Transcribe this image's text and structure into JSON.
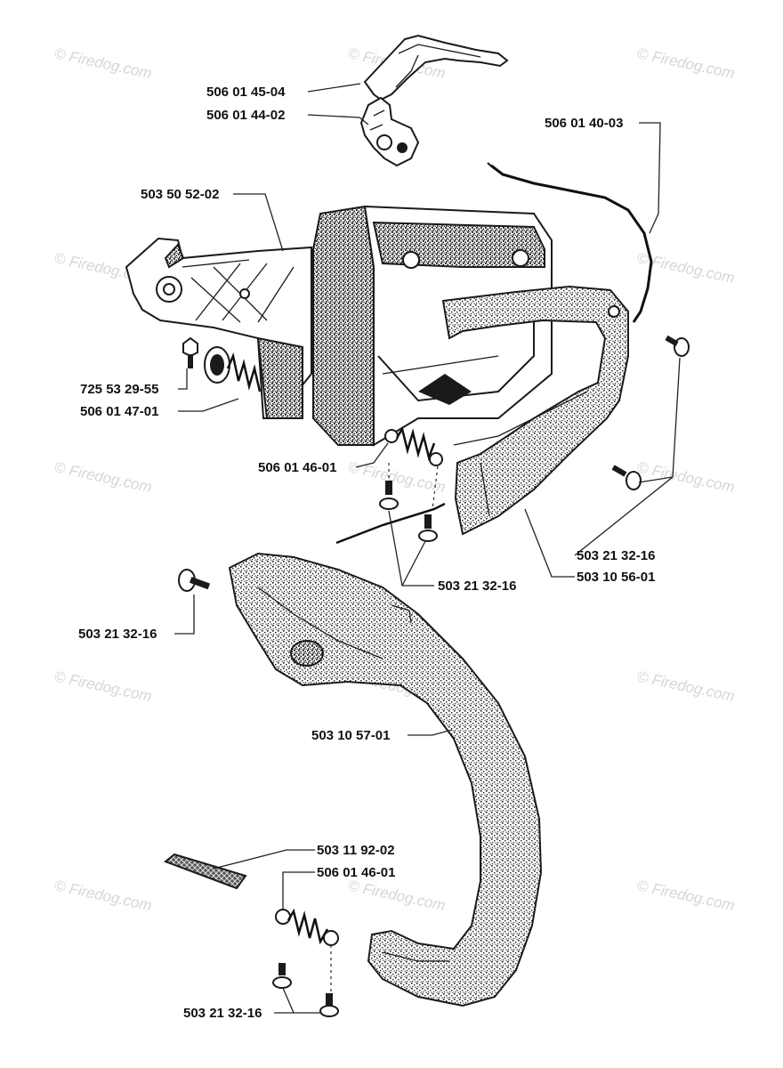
{
  "watermark": "© Firedog.com",
  "colors": {
    "ink": "#111111",
    "watermark": "#d6d6d6",
    "background": "#ffffff"
  },
  "labels": {
    "p1": "506 01 45-04",
    "p2": "506 01 44-02",
    "p3": "506 01 40-03",
    "p4": "503 50 52-02",
    "p5": "725 53 29-55",
    "p6": "506 01 47-01",
    "p7": "506 01 46-01",
    "p8": "503 21 32-16",
    "p9": "503 10 56-01",
    "p10": "503 21 32-16",
    "p11": "503 21 32-16",
    "p12": "503 10 57-01",
    "p13": "503 11 92-02",
    "p14": "506 01 46-01",
    "p15": "503 21 32-16"
  }
}
